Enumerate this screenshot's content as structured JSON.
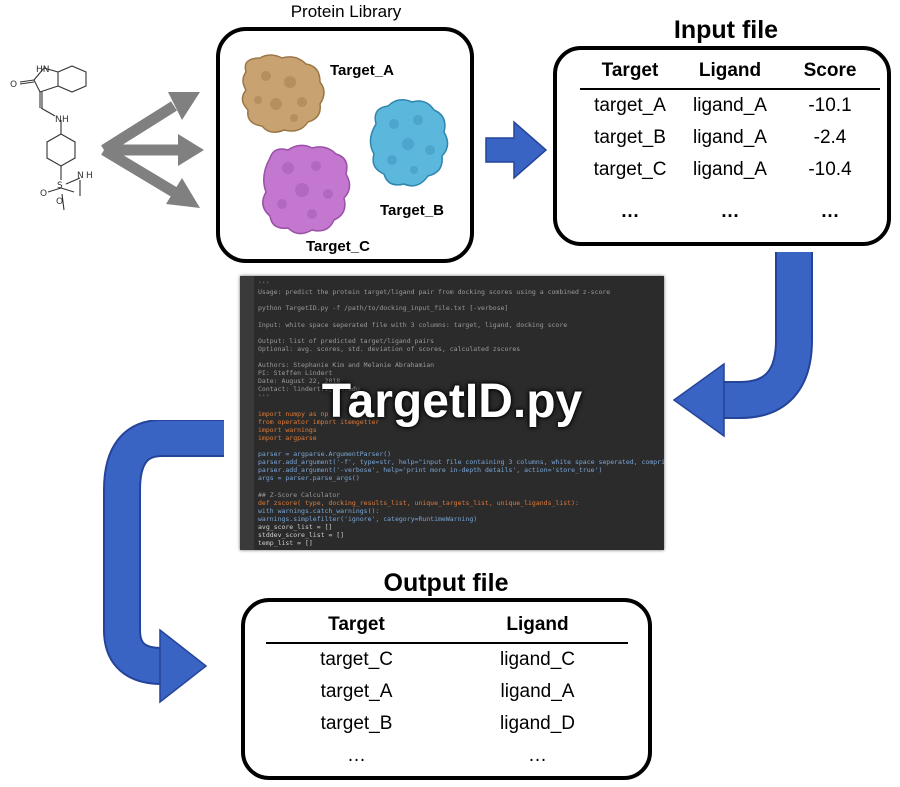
{
  "protein_library": {
    "label": "Protein Library",
    "targets": [
      "Target_A",
      "Target_B",
      "Target_C"
    ]
  },
  "input_file": {
    "title": "Input file",
    "headers": [
      "Target",
      "Ligand",
      "Score"
    ],
    "rows": [
      [
        "target_A",
        "ligand_A",
        "-10.1"
      ],
      [
        "target_B",
        "ligand_A",
        "-2.4"
      ],
      [
        "target_C",
        "ligand_A",
        "-10.4"
      ],
      [
        "…",
        "…",
        "…"
      ]
    ]
  },
  "script": {
    "title": "TargetID.py",
    "code_lines": [
      "'''",
      "Usage: predict the protein target/ligand pair from docking scores using a combined z-score",
      "",
      "python TargetID.py -f /path/to/docking_input_file.txt [-verbose]",
      "",
      "Input: white space seperated file with 3 columns: target, ligand, docking score",
      "",
      "Output: list of predicted target/ligand pairs",
      "  Optional: avg. scores, std. deviation of scores, calculated zscores",
      "",
      "Authors: Stephanie Kim and Melanie Abrahamian",
      "PI: Steffen Lindert",
      "Date: August 22, 2018",
      "Contact: lindert.1@osu.edu",
      "'''",
      "",
      "import numpy as np",
      "from operator import itemgetter",
      "import warnings",
      "import argparse",
      "",
      "parser = argparse.ArgumentParser()",
      "parser.add_argument('-f', type=str, help=\"input file containing 3 columns, white space seperated, comprised",
      "parser.add_argument('-verbose', help='print more in-depth details', action='store_true')",
      "args = parser.parse_args()",
      "",
      "## Z-Score Calculator",
      "def zscore( type, docking_results_list, unique_targets_list, unique_ligands_list):",
      "    with warnings.catch_warnings():",
      "        warnings.simplefilter('ignore', category=RuntimeWarning)",
      "        avg_score_list = []",
      "        stddev_score_list = []",
      "        temp_list = []"
    ]
  },
  "output_file": {
    "title": "Output file",
    "headers": [
      "Target",
      "Ligand"
    ],
    "rows": [
      [
        "target_C",
        "ligand_C"
      ],
      [
        "target_A",
        "ligand_A"
      ],
      [
        "target_B",
        "ligand_D"
      ],
      [
        "…",
        "…"
      ]
    ]
  },
  "molecule": {
    "atom_labels": [
      "HN",
      "O",
      "N",
      "H",
      "S",
      "O",
      "O",
      "N",
      "H"
    ]
  },
  "colors": {
    "arrow_blue": "#3a64c4",
    "arrow_gray": "#808080",
    "protein_a": "#c9a271",
    "protein_b": "#5bb7dc",
    "protein_c": "#c377cf",
    "code_bg": "#2b2b2b"
  }
}
